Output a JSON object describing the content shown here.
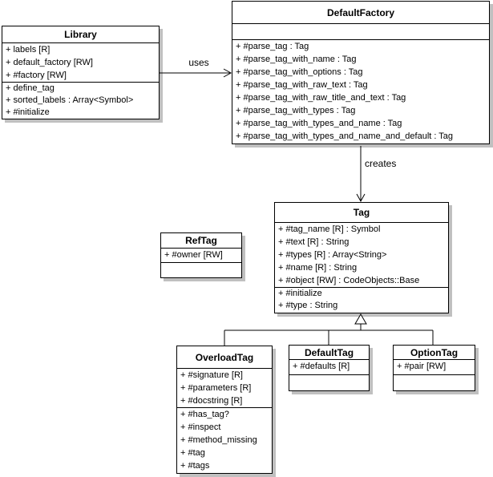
{
  "classes": {
    "library": {
      "name": "Library",
      "attributes": [
        "+ labels [R]",
        "+ default_factory [RW]",
        "+ #factory [RW]"
      ],
      "methods": [
        "+ define_tag",
        "+ sorted_labels : Array<Symbol>",
        "+ #initialize"
      ]
    },
    "default_factory": {
      "name": "DefaultFactory",
      "attributes": [],
      "methods": [
        "+ #parse_tag : Tag",
        "+ #parse_tag_with_name : Tag",
        "+ #parse_tag_with_options : Tag",
        "+ #parse_tag_with_raw_text : Tag",
        "+ #parse_tag_with_raw_title_and_text : Tag",
        "+ #parse_tag_with_types : Tag",
        "+ #parse_tag_with_types_and_name : Tag",
        "+ #parse_tag_with_types_and_name_and_default : Tag"
      ]
    },
    "tag": {
      "name": "Tag",
      "attributes": [
        "+ #tag_name [R] : Symbol",
        "+ #text [R] : String",
        "+ #types [R] : Array<String>",
        "+ #name [R] : String",
        "+ #object [RW] : CodeObjects::Base"
      ],
      "methods": [
        "+ #initialize",
        "+ #type : String"
      ]
    },
    "ref_tag": {
      "name": "RefTag",
      "attributes": [
        "+ #owner [RW]"
      ],
      "methods": []
    },
    "overload_tag": {
      "name": "OverloadTag",
      "attributes": [
        "+ #signature [R]",
        "+ #parameters [R]",
        "+ #docstring [R]"
      ],
      "methods": [
        "+ #has_tag?",
        "+ #inspect",
        "+ #method_missing",
        "+ #tag",
        "+ #tags"
      ]
    },
    "default_tag": {
      "name": "DefaultTag",
      "attributes": [
        "+ #defaults [R]"
      ],
      "methods": []
    },
    "option_tag": {
      "name": "OptionTag",
      "attributes": [
        "+ #pair [RW]"
      ],
      "methods": []
    }
  },
  "edges": {
    "uses": {
      "label": "uses",
      "from": "Library",
      "to": "DefaultFactory",
      "style": "open-arrow"
    },
    "creates": {
      "label": "creates",
      "from": "DefaultFactory",
      "to": "Tag",
      "style": "open-arrow"
    },
    "inheritance": {
      "parent": "Tag",
      "children": [
        "OverloadTag",
        "DefaultTag",
        "OptionTag"
      ],
      "style": "hollow-triangle"
    }
  },
  "colors": {
    "border": "#000000",
    "box_fill": "#ffffff",
    "shadow": "#c0c0c0",
    "text": "#000000",
    "background": "#ffffff"
  }
}
